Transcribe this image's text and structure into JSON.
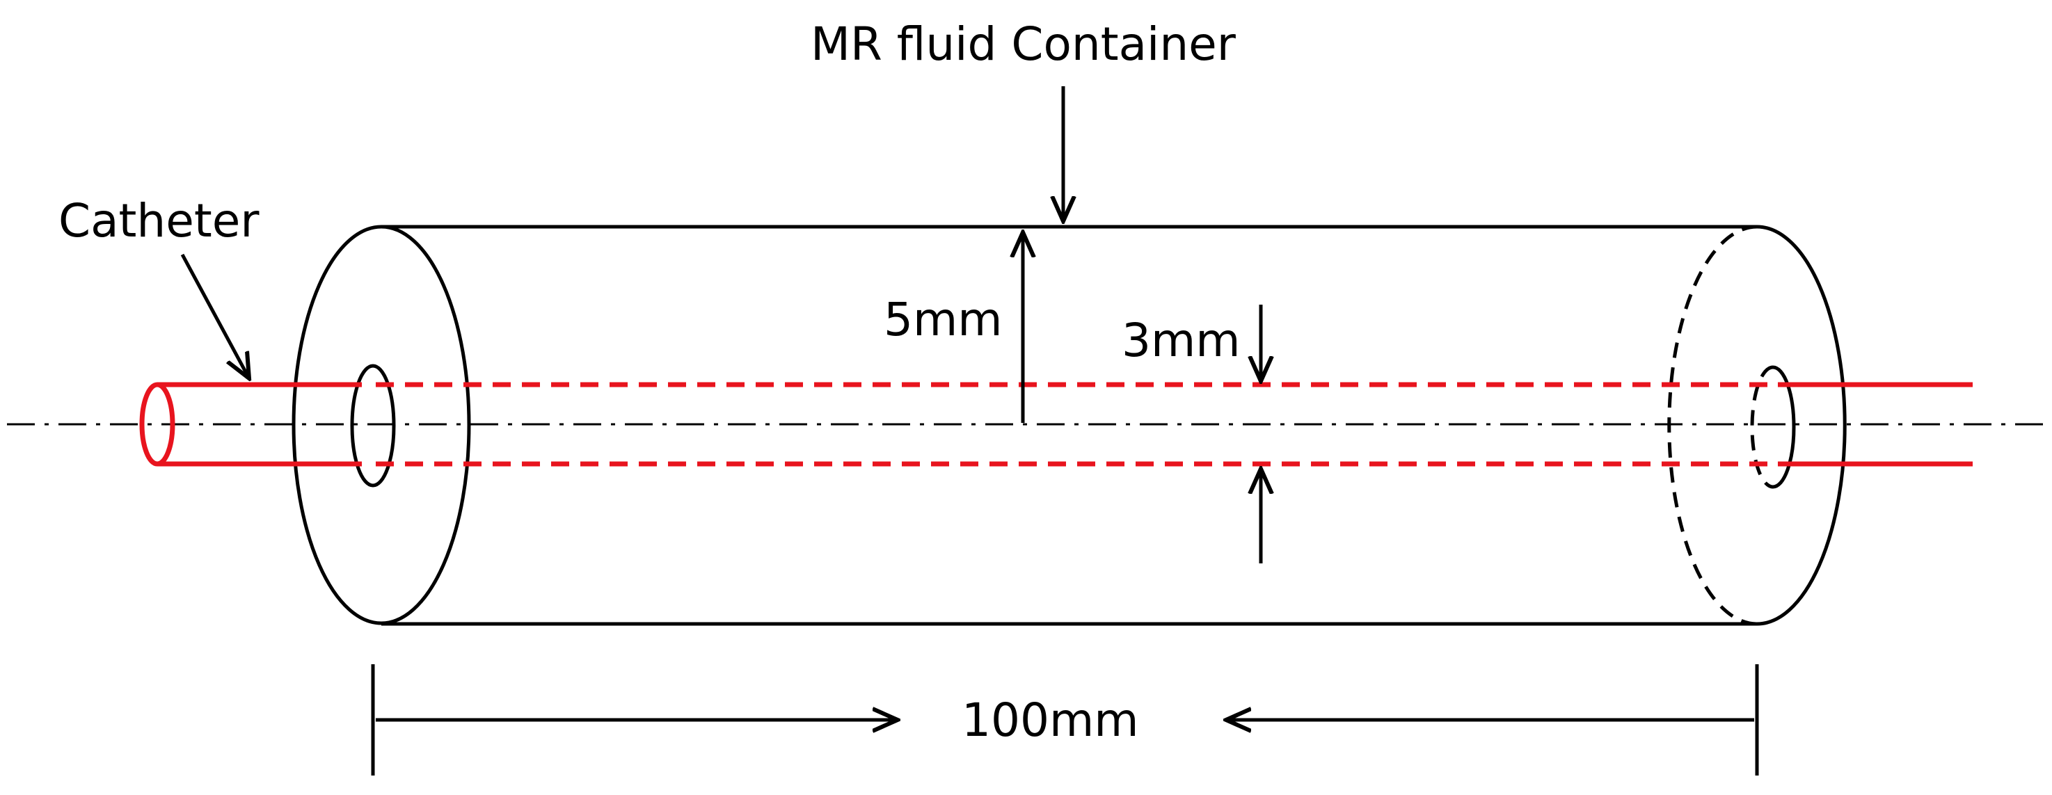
{
  "labels": {
    "container": "MR fluid Container",
    "catheter": "Catheter",
    "outer_radius": "5mm",
    "inner_diameter": "3mm",
    "length": "100mm"
  },
  "colors": {
    "catheter": "#e8141e",
    "outline": "#000000",
    "background": "#ffffff"
  }
}
